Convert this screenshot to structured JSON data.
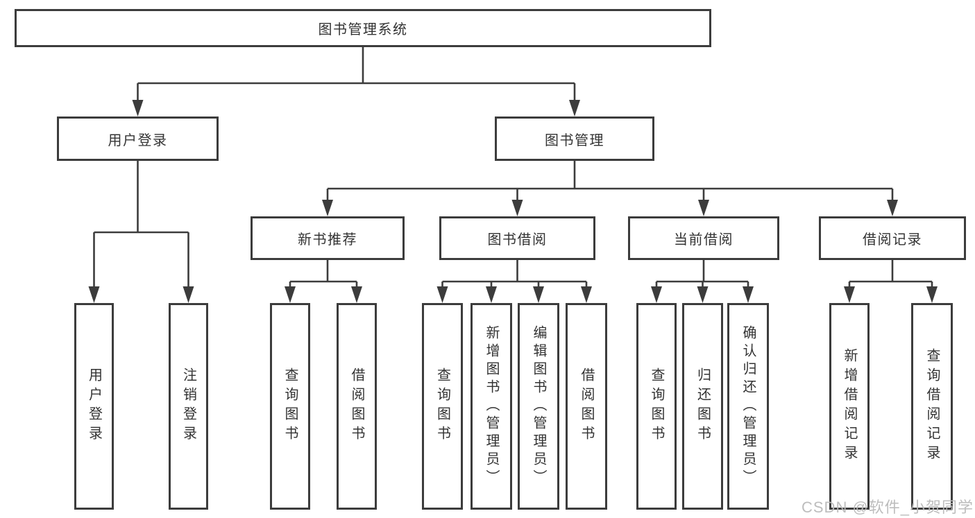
{
  "colors": {
    "line": "#3c3c3c",
    "box_border": "#3c3c3c",
    "text": "#333333",
    "watermark": "#b9b9b9",
    "background": "#ffffff"
  },
  "root": {
    "label": "图书管理系统"
  },
  "branches": [
    {
      "label": "用户登录",
      "children": [
        {
          "label": "用户登录"
        },
        {
          "label": "注销登录"
        }
      ]
    },
    {
      "label": "图书管理",
      "children": [
        {
          "label": "新书推荐",
          "children": [
            {
              "label": "查询图书"
            },
            {
              "label": "借阅图书"
            }
          ]
        },
        {
          "label": "图书借阅",
          "children": [
            {
              "label": "查询图书"
            },
            {
              "label": "新增图书（管理员）"
            },
            {
              "label": "编辑图书（管理员）"
            },
            {
              "label": "借阅图书"
            }
          ]
        },
        {
          "label": "当前借阅",
          "children": [
            {
              "label": "查询图书"
            },
            {
              "label": "归还图书"
            },
            {
              "label": "确认归还（管理员）"
            }
          ]
        },
        {
          "label": "借阅记录",
          "children": [
            {
              "label": "新增借阅记录"
            },
            {
              "label": "查询借阅记录"
            }
          ]
        }
      ]
    }
  ],
  "watermark": "CSDN @软件_小贺同学"
}
